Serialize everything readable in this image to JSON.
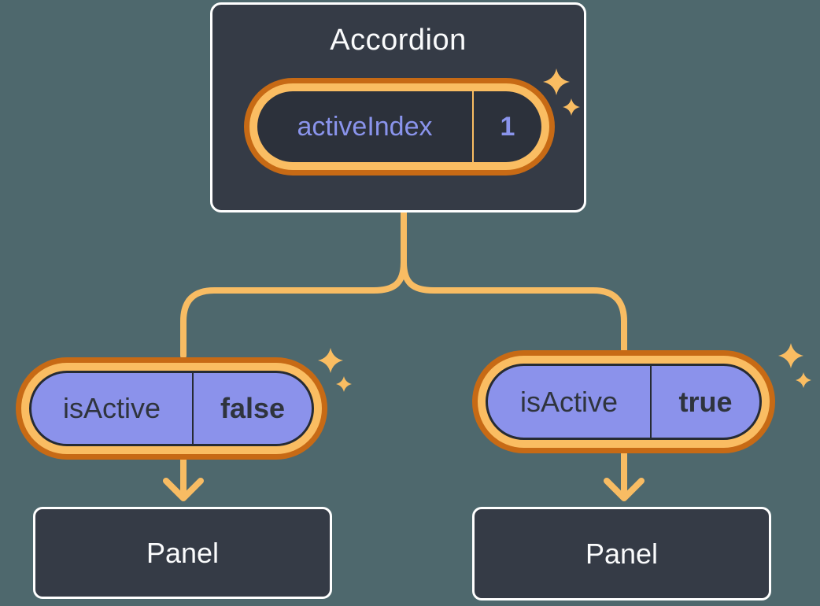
{
  "canvas": {
    "background": "#4E686D"
  },
  "palette": {
    "canvas_bg": "#4E686D",
    "node_fill": "#353B46",
    "node_border": "#FFFFFF",
    "pill_dark": "#2C313B",
    "ring_outer": "#C76A15",
    "ring_inner": "#FABD62",
    "connector": "#F8BC63",
    "sparkle": "#FABD62",
    "state_text": "#8A94EC",
    "prop_fill": "#8B92EB",
    "prop_text": "#2F343D",
    "dark": "#262B33",
    "title_text": "#FAFBFC"
  },
  "accordion": {
    "title": "Accordion",
    "state_pill": {
      "label": "activeIndex",
      "value": "1"
    }
  },
  "children": [
    {
      "id": "left",
      "prop_pill": {
        "label": "isActive",
        "value": "false"
      },
      "panel_label": "Panel"
    },
    {
      "id": "right",
      "prop_pill": {
        "label": "isActive",
        "value": "true"
      },
      "panel_label": "Panel"
    }
  ],
  "icons": {
    "sparkle": "four-point-star"
  }
}
